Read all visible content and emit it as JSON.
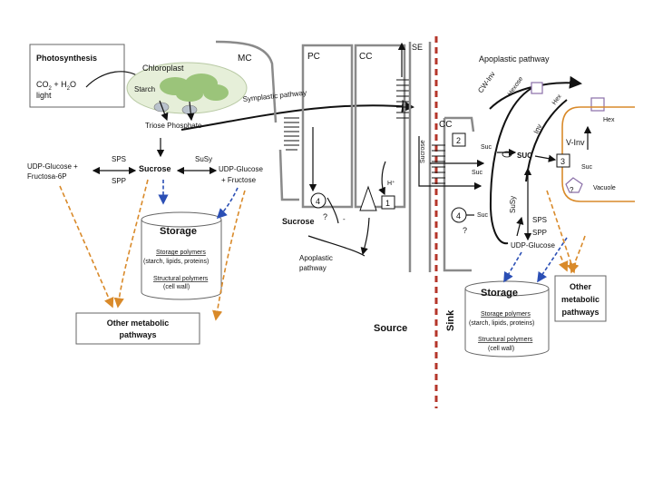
{
  "photosynthesis": {
    "title": "Photosynthesis",
    "co2": "CO",
    "sub2a": "2",
    "plus_h": " + H",
    "sub2b": "2",
    "o": "O",
    "light": "light"
  },
  "chloroplast": {
    "label": "Chloroplast",
    "starch": "Starch",
    "triose": "Triose Phosphate"
  },
  "source_cell": {
    "sps": "SPS",
    "spp": "SPP",
    "sucrose": "Sucrose",
    "susy": "SuSy",
    "udp_fructosa_1": "UDP-Glucose +",
    "udp_fructosa_2": "Fructosa-6P",
    "udp_fructose_1": "UDP-Glucose",
    "udp_fructose_2": "+ Fructose"
  },
  "storage_left": {
    "title": "Storage",
    "storage_polymers": "Storage polymers",
    "storage_detail": "(starch, lipids, proteins)",
    "structural_polymers": "Structural polymers",
    "structural_detail": "(cell wall)"
  },
  "other_left": {
    "line1": "Other metabolic",
    "line2": "pathways"
  },
  "cells": {
    "mc": "MC",
    "pc": "PC",
    "cc": "CC",
    "se": "SE",
    "cc_sink": "CC"
  },
  "symplastic": "Symplastic pathway",
  "phloem": {
    "sucrose": "Sucrose",
    "q1": "?",
    "q2": "?",
    "q3": "?",
    "h_plus": "H⁺",
    "minus": "-",
    "apoplastic_1": "Apoplastic",
    "apoplastic_2": "pathway",
    "se_sucrose": "Sucrose",
    "source": "Source",
    "sink": "Sink"
  },
  "numbers": {
    "n1": "1",
    "n2": "2",
    "n3": "3",
    "n4a": "4",
    "n4b": "4"
  },
  "sink_cell": {
    "apoplastic": "Apoplastic pathway",
    "cw_inv": "CW-Inv",
    "hexose": "Hexose",
    "hex": "Hex",
    "hex2": "Hex",
    "inv": "Inv",
    "v_inv": "V-Inv",
    "suc1": "Suc",
    "suc2": "Suc",
    "suc3": "Suc",
    "suc4": "SUC",
    "suc5": "Suc",
    "vacuole": "Vacuole",
    "susy": "SuSy",
    "sps": "SPS",
    "spp": "SPP",
    "udp_glucose": "UDP-Glucose"
  },
  "storage_right": {
    "title": "Storage",
    "storage_polymers": "Storage polymers",
    "storage_detail": "(starch, lipids, proteins)",
    "structural_polymers": "Structural polymers",
    "structural_detail": "(cell wall)"
  },
  "other_right": {
    "line1": "Other",
    "line2": "metabolic",
    "line3": "pathways"
  },
  "colors": {
    "orange_dash": "#d98a2a",
    "blue_dash": "#2b4fb5",
    "source_sink_divider": "#b5362a",
    "chloroplast": "#9bc47a",
    "boxes": "#8a6fa8"
  }
}
